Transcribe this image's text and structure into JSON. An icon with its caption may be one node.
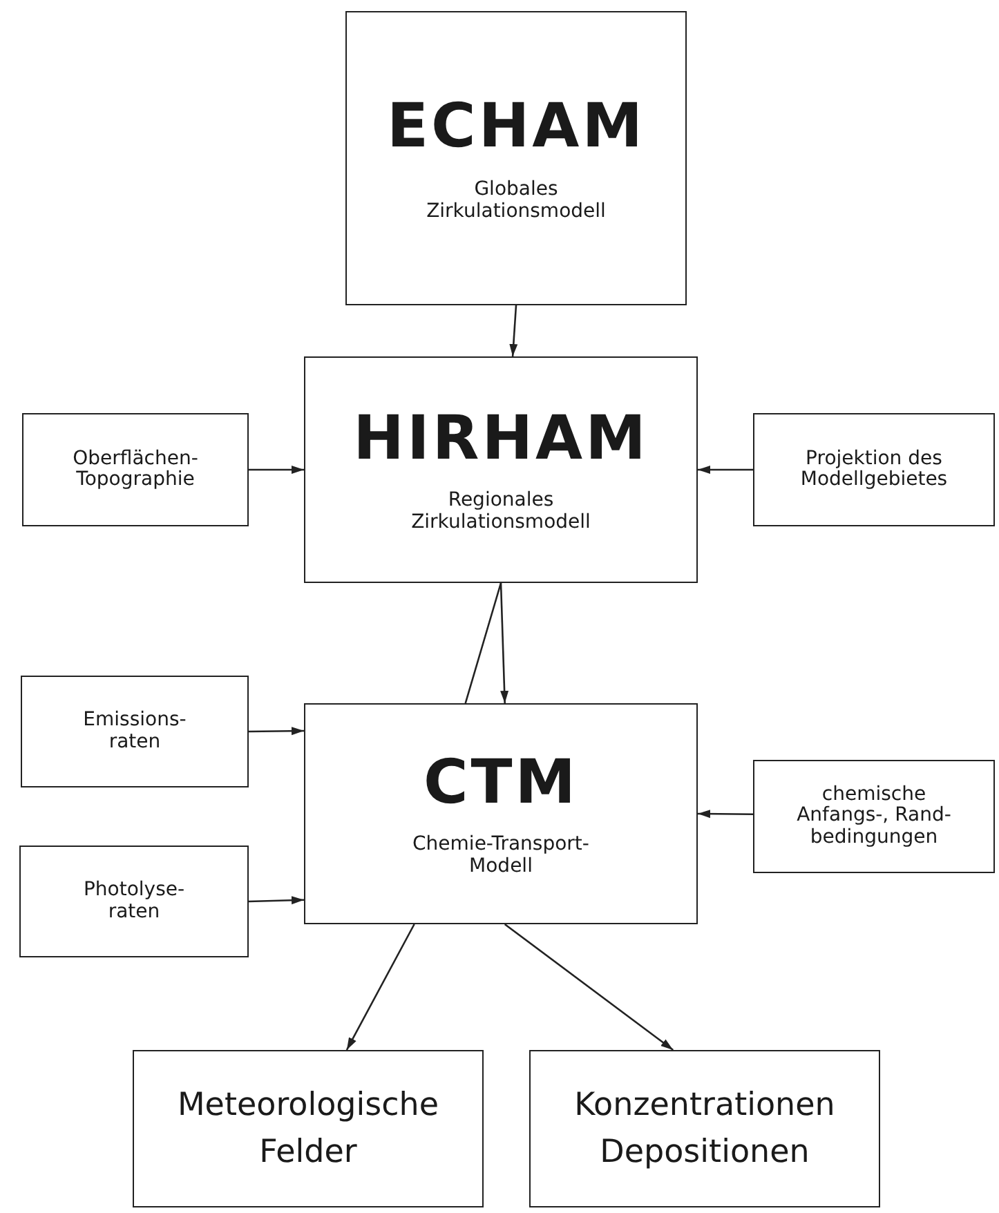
{
  "diagram": {
    "nodes": [
      {
        "text": [
          "ECHAM",
          "Globales Zirkulationsmodell"
        ]
      },
      {
        "text": [
          "Oberflächen- Topographie"
        ]
      },
      {
        "text": [
          "HIRHAM",
          "Regionales Zirkulationsmodell"
        ]
      },
      {
        "text": [
          "Projektion des Modellgebietes"
        ]
      },
      {
        "text": [
          "Emissions- raten"
        ]
      },
      {
        "text": [
          "CTM",
          "Chemie-Transport- Modell"
        ]
      },
      {
        "text": [
          "chemische Anfangs-, Rand- bedingungen"
        ]
      },
      {
        "text": [
          "Photolyse- raten"
        ]
      },
      {
        "text": [
          "Meteorologische Felder"
        ]
      },
      {
        "text": [
          "Konzentrationen Depositionen"
        ]
      }
    ],
    "edges": [
      {
        "from": 0,
        "to": 2,
        "arrow": "to"
      },
      {
        "from": 1,
        "to": 2,
        "arrow": "to"
      },
      {
        "from": 3,
        "to": 2,
        "arrow": "to"
      },
      {
        "from": 2,
        "to": 5,
        "arrow": "to"
      },
      {
        "from": 2,
        "to": 5,
        "arrow": "none"
      },
      {
        "from": 4,
        "to": 5,
        "arrow": "to"
      },
      {
        "from": 6,
        "to": 5,
        "arrow": "to"
      },
      {
        "from": 7,
        "to": 5,
        "arrow": "to"
      },
      {
        "from": 5,
        "to": 8,
        "arrow": "to"
      },
      {
        "from": 5,
        "to": 9,
        "arrow": "to"
      }
    ]
  }
}
